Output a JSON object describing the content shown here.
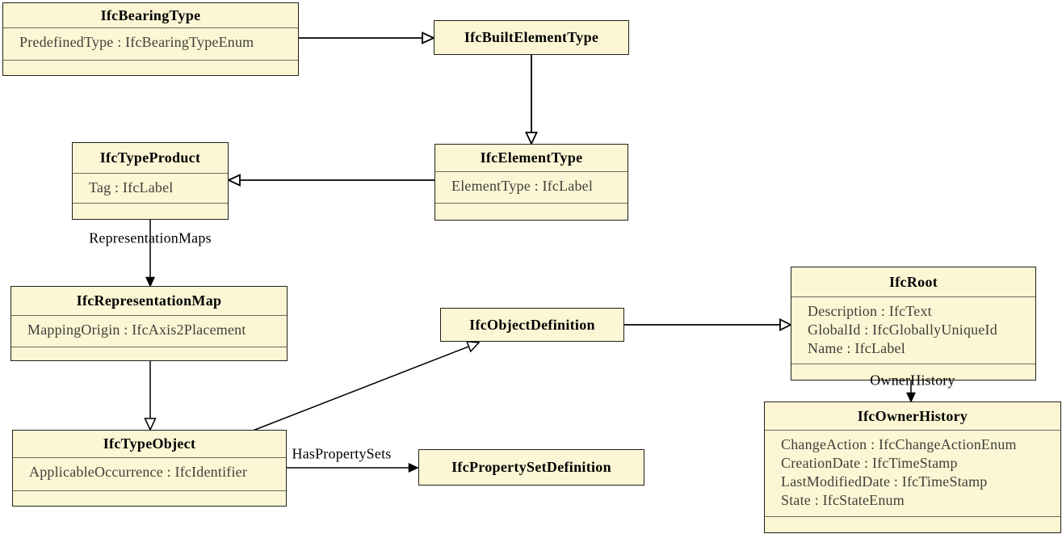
{
  "diagram": {
    "classes": [
      {
        "title": "IfcBearingType",
        "attributes": [
          "PredefinedType : IfcBearingTypeEnum"
        ]
      },
      {
        "title": "IfcBuiltElementType",
        "attributes": []
      },
      {
        "title": "IfcElementType",
        "attributes": [
          "ElementType : IfcLabel"
        ]
      },
      {
        "title": "IfcTypeProduct",
        "attributes": [
          "Tag : IfcLabel"
        ]
      },
      {
        "title": "IfcRepresentationMap",
        "attributes": [
          "MappingOrigin : IfcAxis2Placement"
        ]
      },
      {
        "title": "IfcObjectDefinition",
        "attributes": []
      },
      {
        "title": "IfcRoot",
        "attributes": [
          "Description : IfcText",
          "GlobalId : IfcGloballyUniqueId",
          "Name : IfcLabel"
        ]
      },
      {
        "title": "IfcTypeObject",
        "attributes": [
          "ApplicableOccurrence : IfcIdentifier"
        ]
      },
      {
        "title": "IfcPropertySetDefinition",
        "attributes": []
      },
      {
        "title": "IfcOwnerHistory",
        "attributes": [
          "ChangeAction : IfcChangeActionEnum",
          "CreationDate : IfcTimeStamp",
          "LastModifiedDate : IfcTimeStamp",
          "State : IfcStateEnum"
        ]
      }
    ],
    "edges": [
      {
        "from": "IfcBearingType",
        "to": "IfcBuiltElementType",
        "type": "generalization",
        "label": ""
      },
      {
        "from": "IfcBuiltElementType",
        "to": "IfcElementType",
        "type": "generalization",
        "label": ""
      },
      {
        "from": "IfcElementType",
        "to": "IfcTypeProduct",
        "type": "generalization",
        "label": ""
      },
      {
        "from": "IfcTypeProduct",
        "to": "IfcRepresentationMap",
        "type": "association",
        "label": "RepresentationMaps"
      },
      {
        "from": "IfcRepresentationMap",
        "to": "IfcTypeObject",
        "type": "generalization",
        "label": ""
      },
      {
        "from": "IfcTypeObject",
        "to": "IfcObjectDefinition",
        "type": "generalization",
        "label": ""
      },
      {
        "from": "IfcObjectDefinition",
        "to": "IfcRoot",
        "type": "generalization",
        "label": ""
      },
      {
        "from": "IfcRoot",
        "to": "IfcOwnerHistory",
        "type": "association",
        "label": "OwnerHistory"
      },
      {
        "from": "IfcTypeObject",
        "to": "IfcPropertySetDefinition",
        "type": "association",
        "label": "HasPropertySets"
      }
    ],
    "colors": {
      "box_fill": "#fcf6d5",
      "box_border": "#21201a",
      "separator": "#6b6a5c",
      "title_text": "#000000",
      "attribute_text": "#403f38",
      "edge": "#000000",
      "background": "#ffffff"
    }
  }
}
